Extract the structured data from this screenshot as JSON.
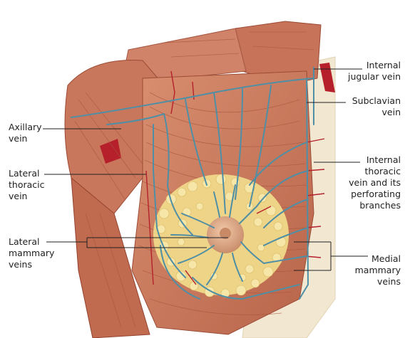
{
  "labels": {
    "internal_jugular_vein": "Internal\njugular vein",
    "subclavian_vein": "Subclavian\nvein",
    "internal_thoracic_vein": "Internal\nthoracic\nvein and its\nperforating\nbranches",
    "medial_mammary_veins": "Medial\nmammary\nveins",
    "axillary_vein": "Axillary\nvein",
    "lateral_thoracic_vein": "Lateral\nthoracic\nvein",
    "lateral_mammary_veins": "Lateral\nmammary\nveins"
  },
  "colors": {
    "muscle": "#c8765a",
    "muscle_dark": "#a9543c",
    "muscle_light": "#e3a88e",
    "skin": "#f1e6cf",
    "vein": "#4f8fa6",
    "artery": "#b5202b",
    "fat": "#f0d98a",
    "nipple": "#d9a583"
  }
}
